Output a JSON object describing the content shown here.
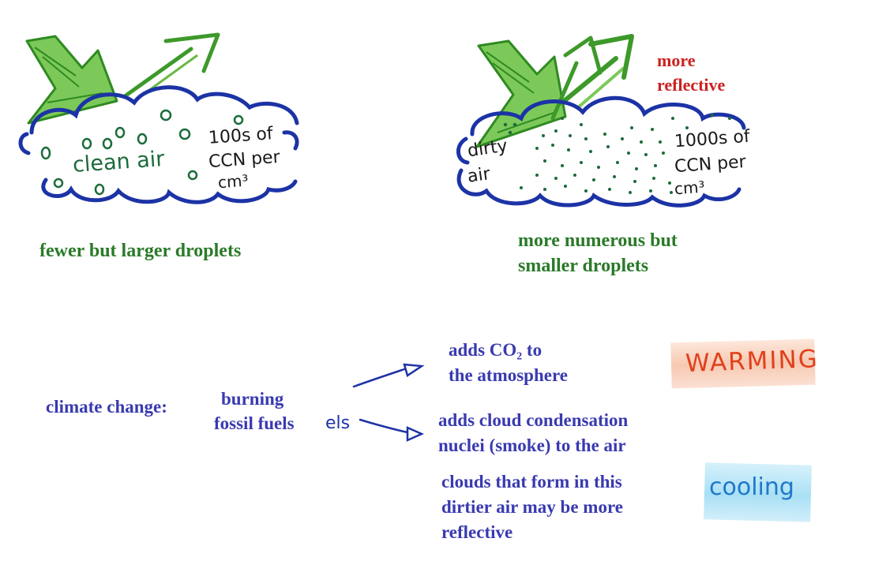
{
  "clean_cloud": {
    "inside_label": "clean air",
    "ccn_line1": "100s of",
    "ccn_line2": "CCN per",
    "ccn_line3": "cm³",
    "caption": "fewer but larger droplets"
  },
  "dirty_cloud": {
    "inside_label_line1": "dirty",
    "inside_label_line2": "air",
    "ccn_line1": "1000s of",
    "ccn_line2": "CCN per",
    "ccn_line3": "cm³",
    "annotation_line1": "more",
    "annotation_line2": "reflective",
    "caption_line1": "more numerous but",
    "caption_line2": "smaller droplets"
  },
  "climate": {
    "label": "climate change:",
    "cause_line1": "burning",
    "cause_line2": "fossil fuels",
    "cause_fragment": "els",
    "effect1_line1": "adds CO₂ to",
    "effect1_line2": "the atmosphere",
    "effect1_tag": "WARMING",
    "effect2_line1": "adds cloud condensation",
    "effect2_line2": "nuclei (smoke) to the air",
    "effect3_line1": "clouds that form in this",
    "effect3_line2": "dirtier air may be more",
    "effect3_line3": "reflective",
    "effect3_tag": "cooling"
  },
  "colors": {
    "cloud_outline": "#1c33a6",
    "arrow_green": "#5fb83a",
    "arrow_green_dark": "#2f8a22",
    "droplet": "#1c6b3a",
    "caption_green": "#2a7a2a",
    "text_blue": "#3a3ab0",
    "annotation_red": "#cc2020",
    "warming": "#e0401a",
    "cooling": "#1f78c8"
  }
}
